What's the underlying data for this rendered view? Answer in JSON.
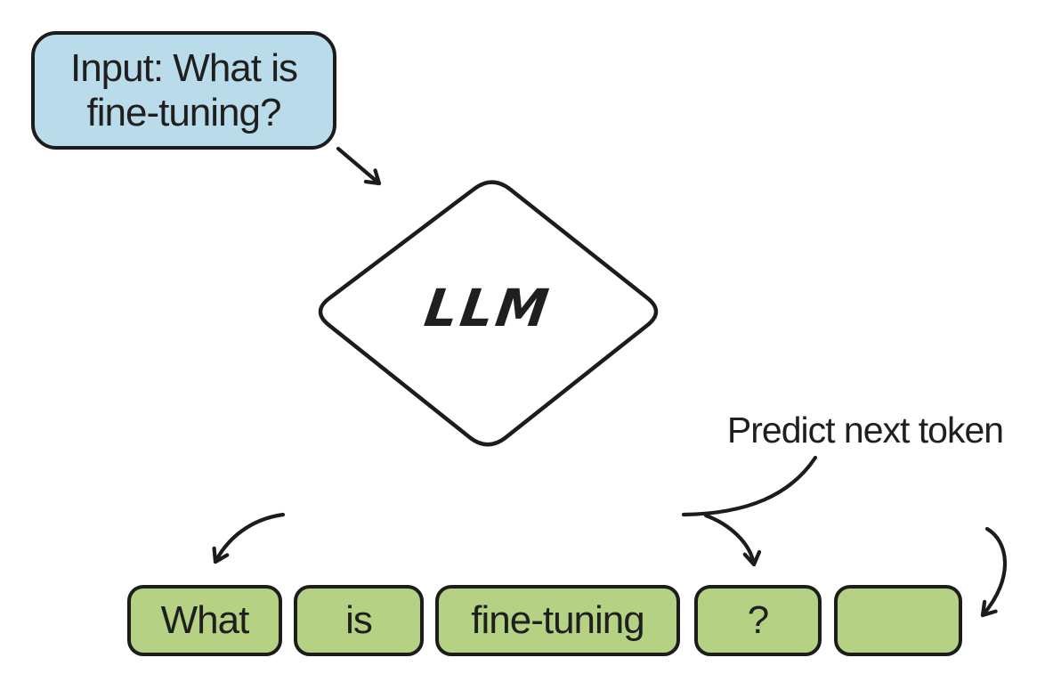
{
  "diagram": {
    "input_bubble": {
      "line1": "Input: What is",
      "line2": "fine-tuning?"
    },
    "llm_node_label": "LLM",
    "annotation_label": "Predict next token",
    "tokens": [
      {
        "id": "what",
        "label": "What"
      },
      {
        "id": "is",
        "label": "is"
      },
      {
        "id": "fine-tuning",
        "label": "fine-tuning"
      },
      {
        "id": "question-mark",
        "label": "?"
      },
      {
        "id": "empty-next-token",
        "label": ""
      }
    ],
    "colors": {
      "input_bubble_fill": "#badcea",
      "token_fill": "#b4d184",
      "stroke": "#1c1c1c",
      "text": "#1f1f1f",
      "background": "#ffffff"
    }
  }
}
